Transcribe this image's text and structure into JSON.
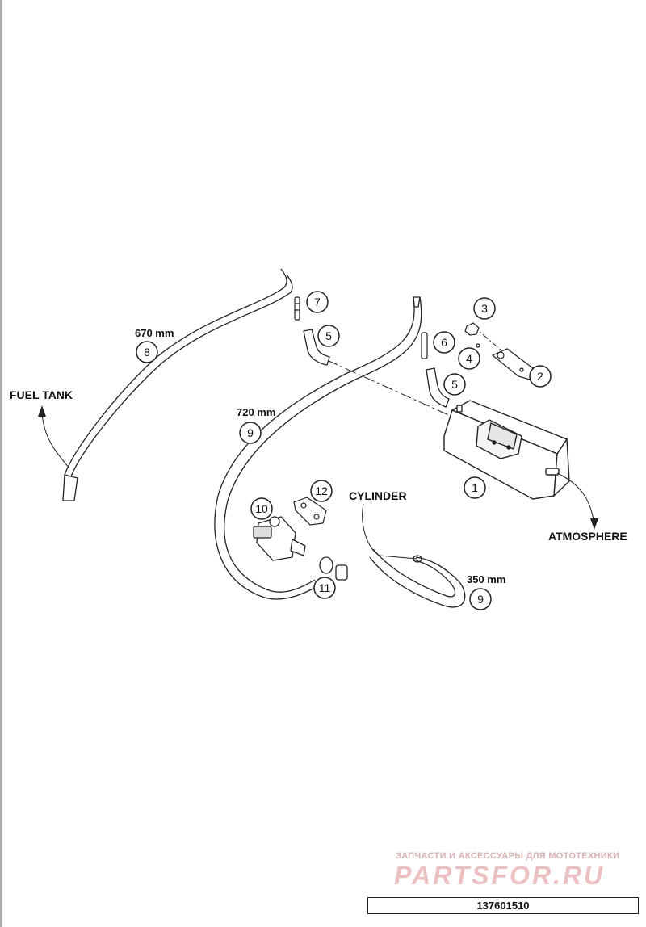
{
  "labels": {
    "fuel_tank": "FUEL TANK",
    "cylinder": "CYLINDER",
    "atmosphere": "ATMOSPHERE"
  },
  "lengths": {
    "hose_8": "670 mm",
    "hose_9_long": "720 mm",
    "hose_9_short": "350 mm"
  },
  "callouts": [
    "1",
    "2",
    "3",
    "4",
    "5",
    "5",
    "6",
    "7",
    "8",
    "9",
    "9",
    "10",
    "11",
    "12"
  ],
  "watermark": {
    "tagline": "ЗАПЧАСТИ И АКСЕССУАРЫ ДЛЯ МОТОТЕХНИКИ",
    "logo": "PARTSFOR.RU"
  },
  "part_number": "137601510"
}
